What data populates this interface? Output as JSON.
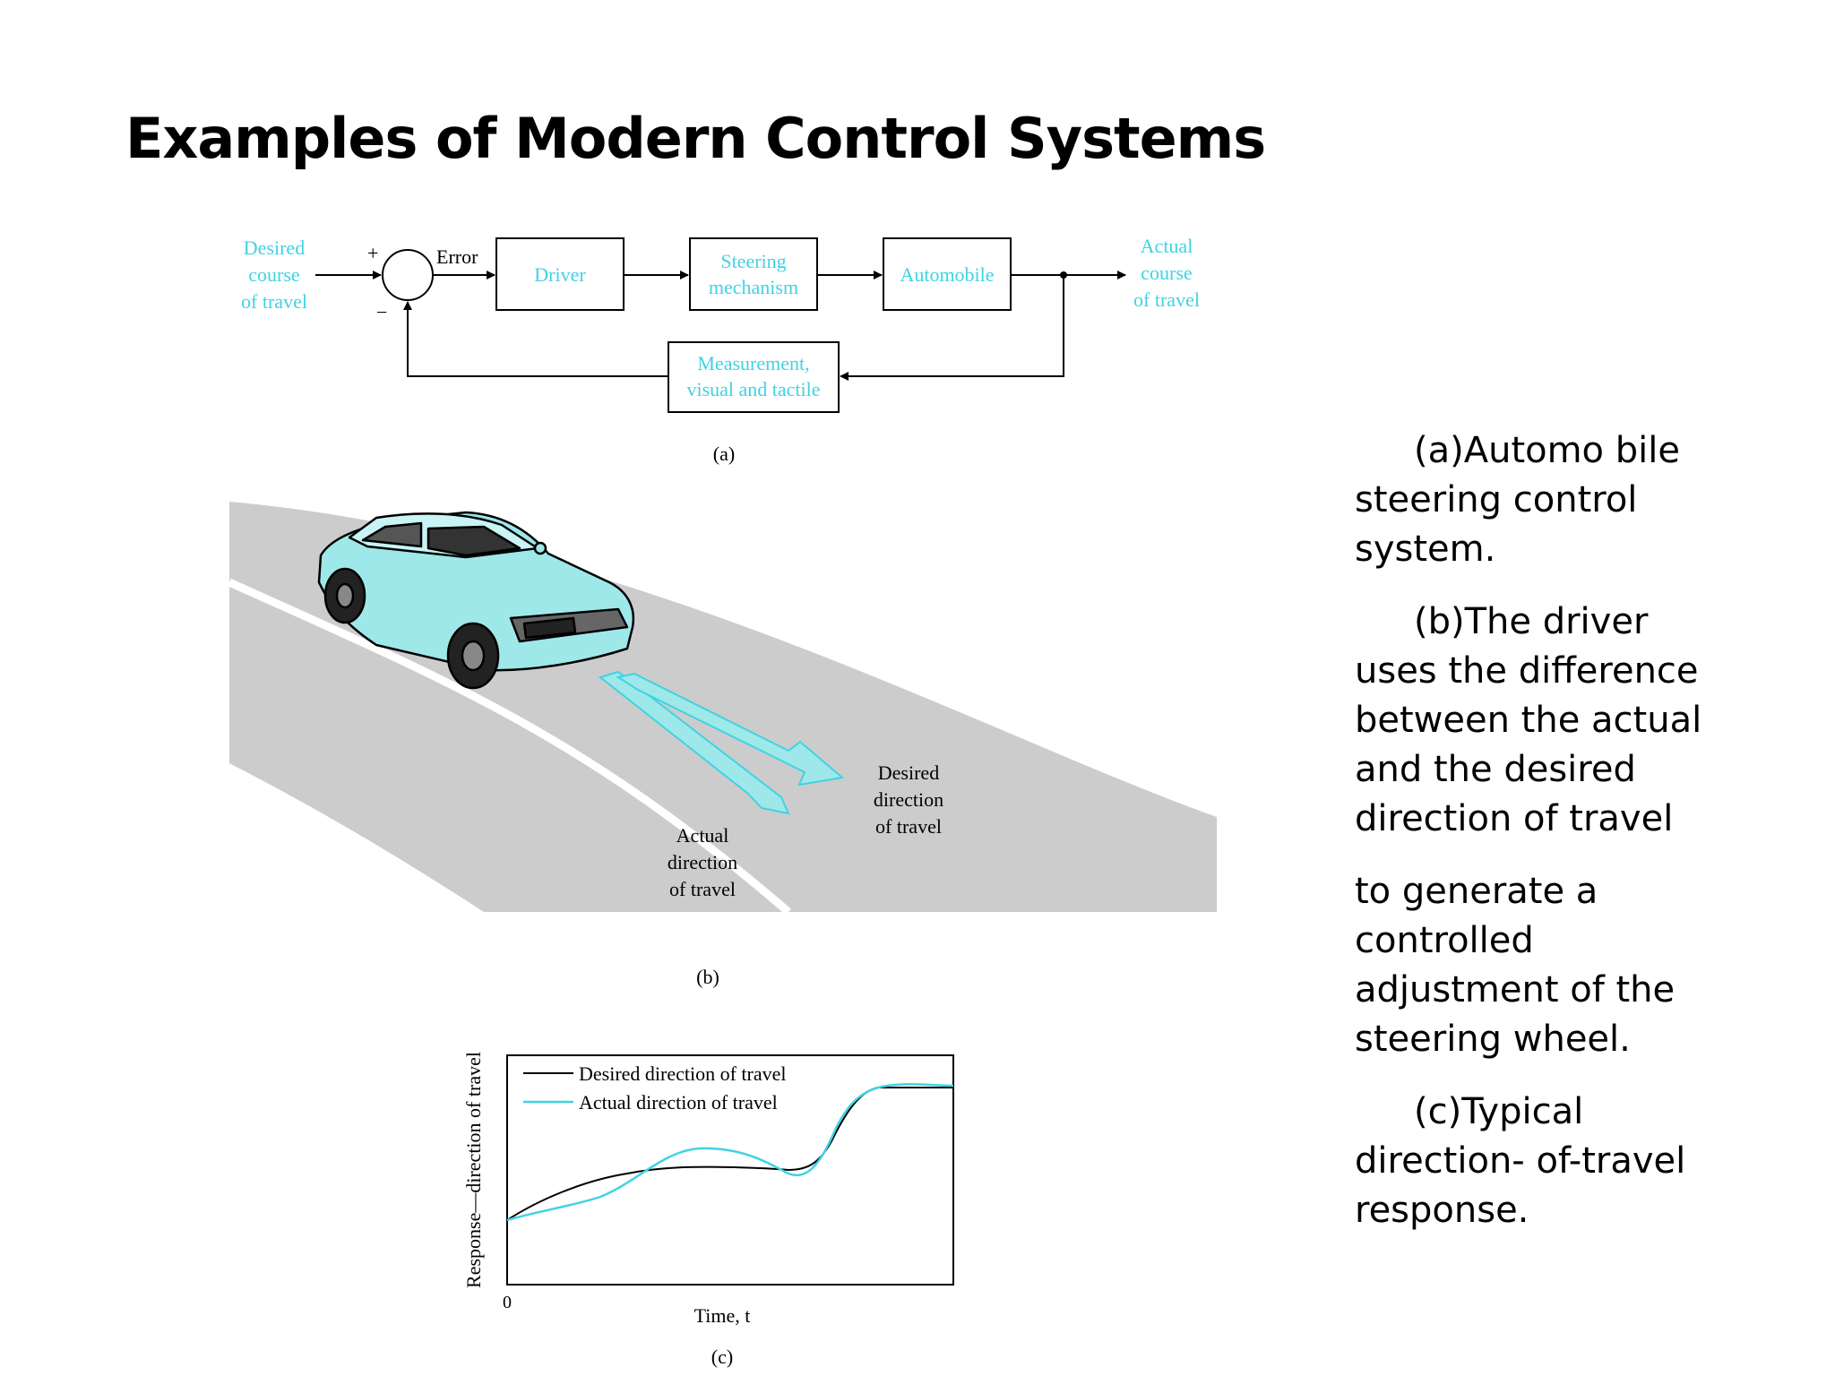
{
  "title": "Examples of Modern Control Systems",
  "block_diagram": {
    "input_label": [
      "Desired",
      "course",
      "of travel"
    ],
    "plus_sign": "+",
    "minus_sign": "−",
    "error_label": "Error",
    "driver": "Driver",
    "steering": [
      "Steering",
      "mechanism"
    ],
    "automobile": "Automobile",
    "output_label": [
      "Actual",
      "course",
      "of travel"
    ],
    "measurement": [
      "Measurement,",
      "visual and tactile"
    ],
    "panel_label": "(a)"
  },
  "road_scene": {
    "desired_label": [
      "Desired",
      "direction",
      "of travel"
    ],
    "actual_label": [
      "Actual",
      "direction",
      "of travel"
    ],
    "panel_label": "(b)"
  },
  "response_plot": {
    "ylabel": "Response—direction of travel",
    "xlabel": "Time, t",
    "x_origin_label": "0",
    "legend_desired": "Desired direction of travel",
    "legend_actual": "Actual direction of travel",
    "panel_label": "(c)"
  },
  "colors": {
    "cyan": "#3fd3e3",
    "road": "#cccccc",
    "car": "#9ee8ea"
  },
  "caption": {
    "p1": "(a)Automo bile steering control system.",
    "p2": "(b)The driver uses the difference between the actual and the desired direction of travel",
    "p3": "to generate a controlled adjustment of the steering wheel.",
    "p4": "(c)Typical direction- of-travel response."
  }
}
